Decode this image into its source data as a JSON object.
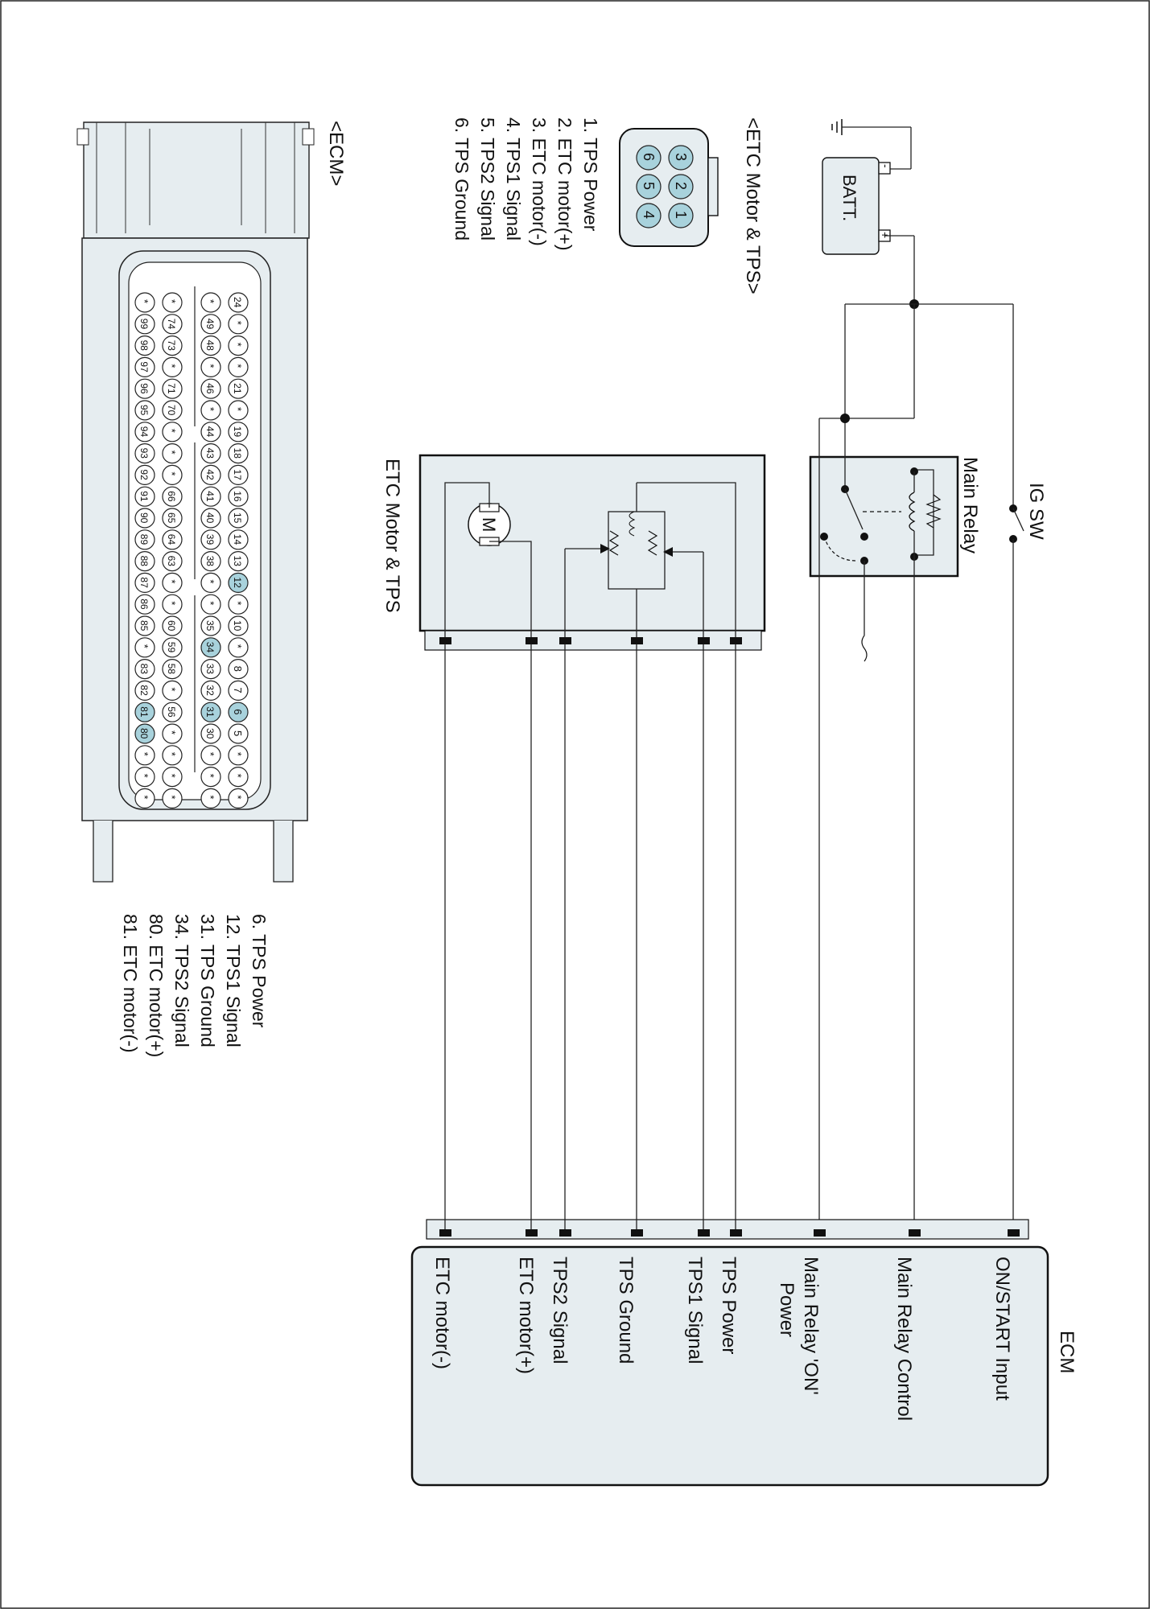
{
  "battery": {
    "label": "BATT.",
    "plus": "+",
    "minus": "-"
  },
  "ig_switch": {
    "label": "IG SW"
  },
  "main_relay": {
    "label": "Main Relay"
  },
  "etc_block": {
    "label": "ETC Motor & TPS",
    "motor_symbol": "M"
  },
  "ecm_block": {
    "title": "ECM",
    "pins": [
      "ON/START Input",
      "Main Relay Control",
      "Main Relay 'ON'",
      "Power",
      "TPS Power",
      "TPS1 Signal",
      "TPS Ground",
      "TPS2 Signal",
      "ETC motor(+)",
      "ETC motor(-)"
    ]
  },
  "etc_connector": {
    "title": "<ETC Motor & TPS>",
    "cavities": [
      "1",
      "2",
      "3",
      "4",
      "5",
      "6"
    ],
    "legend": [
      "1. TPS Power",
      "2. ETC motor(+)",
      "3. ETC motor(-)",
      "4. TPS1 Signal",
      "5. TPS2 Signal",
      "6. TPS Ground"
    ]
  },
  "ecm_connector": {
    "title": "<ECM>",
    "rows": [
      [
        "24",
        "*",
        "*",
        "*",
        "21",
        "*",
        "19",
        "18",
        "17",
        "16",
        "15",
        "14",
        "13",
        "12",
        "*",
        "10",
        "*",
        "8",
        "7",
        "6",
        "5",
        "*",
        "*",
        "*"
      ],
      [
        "*",
        "49",
        "48",
        "*",
        "46",
        "*",
        "44",
        "43",
        "42",
        "41",
        "40",
        "39",
        "38",
        "*",
        "*",
        "35",
        "34",
        "33",
        "32",
        "31",
        "30",
        "*",
        "*",
        "*"
      ],
      [
        "*",
        "74",
        "73",
        "*",
        "71",
        "70",
        "*",
        "*",
        "*",
        "66",
        "65",
        "64",
        "63",
        "*",
        "*",
        "60",
        "59",
        "58",
        "*",
        "56",
        "*",
        "*",
        "*",
        "*"
      ],
      [
        "*",
        "99",
        "98",
        "97",
        "96",
        "95",
        "94",
        "93",
        "92",
        "91",
        "90",
        "89",
        "88",
        "87",
        "86",
        "85",
        "*",
        "83",
        "82",
        "81",
        "80",
        "*",
        "*",
        "*"
      ]
    ],
    "highlighted": [
      "6",
      "12",
      "31",
      "34",
      "80",
      "81"
    ],
    "legend": [
      "6. TPS Power",
      "12. TPS1 Signal",
      "31. TPS Ground",
      "34. TPS2 Signal",
      "80. ETC motor(+)",
      "81. ETC motor(-)"
    ]
  }
}
